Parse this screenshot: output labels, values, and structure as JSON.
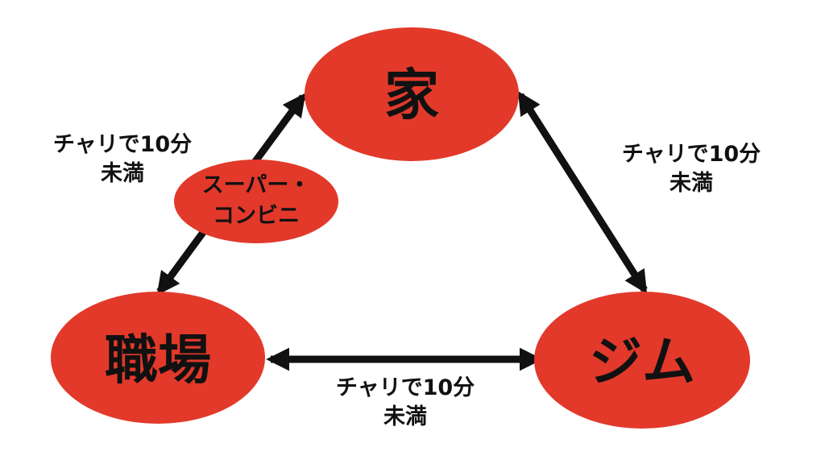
{
  "colors": {
    "node_fill": "#e2392a",
    "node_text": "#111111",
    "arrow": "#111111",
    "background": "#ffffff"
  },
  "nodes": {
    "home": "家",
    "work": "職場",
    "gym": "ジム",
    "store_line1": "スーパー・",
    "store_line2": "コンビニ"
  },
  "edges": {
    "home_work": {
      "line1": "チャリで10分",
      "line2": "未満"
    },
    "home_gym": {
      "line1": "チャリで10分",
      "line2": "未満"
    },
    "work_gym": {
      "line1": "チャリで10分",
      "line2": "未満"
    }
  }
}
